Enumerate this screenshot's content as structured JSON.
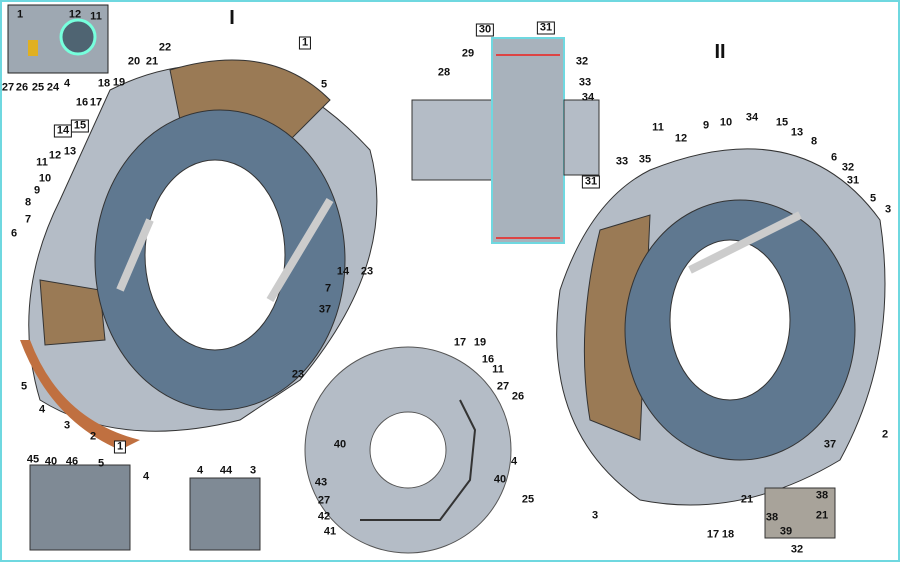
{
  "figure_titles": {
    "left": "I",
    "right": "II"
  },
  "labels": {
    "inset_top_left": [
      "1",
      "12",
      "11",
      "27",
      "26",
      "25",
      "24",
      "4"
    ],
    "mechanism_I": [
      "1",
      "5",
      "22",
      "21",
      "20",
      "19",
      "18",
      "17",
      "16",
      "15",
      "14",
      "13",
      "12",
      "11",
      "10",
      "9",
      "8",
      "7",
      "6",
      "14",
      "23",
      "7",
      "37",
      "23",
      "5",
      "4",
      "3",
      "2",
      "1"
    ],
    "chamber": [
      "30",
      "31",
      "29",
      "28",
      "32",
      "33",
      "34"
    ],
    "mechanism_II": [
      "11",
      "12",
      "9",
      "10",
      "34",
      "15",
      "13",
      "8",
      "6",
      "32",
      "31",
      "33",
      "35",
      "31",
      "5",
      "3",
      "37",
      "2",
      "3",
      "17",
      "18",
      "21"
    ],
    "inset_bottom_right": [
      "38",
      "38",
      "21",
      "39",
      "32"
    ],
    "disc": [
      "17",
      "19",
      "16",
      "11",
      "27",
      "26",
      "40",
      "4",
      "40",
      "25",
      "43",
      "27",
      "42",
      "41"
    ],
    "inset_bottom_left_1": [
      "45",
      "40",
      "46",
      "5",
      "4"
    ],
    "inset_bottom_left_2": [
      "4",
      "44",
      "3"
    ]
  },
  "colors": {
    "lining": "#9a7a55",
    "metal": "#5f7890",
    "light_metal": "#b4bcc6",
    "frame": "#6fd8e0"
  }
}
